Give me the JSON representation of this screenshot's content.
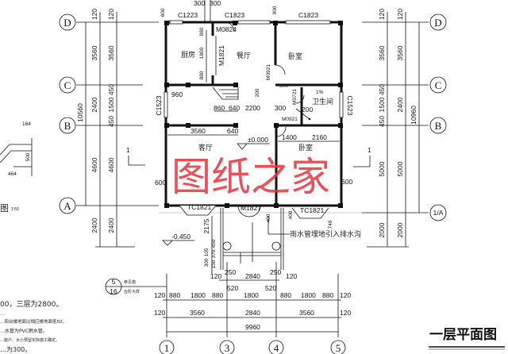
{
  "title": "一层平面图",
  "watermark": "图纸之家",
  "axes": {
    "D": "D",
    "C": "C",
    "B": "B",
    "A": "A",
    "A1": "1/A",
    "n1": "1",
    "n3": "3",
    "n4": "4",
    "n5": "5"
  },
  "rooms": {
    "kitchen": "厨房",
    "dining": "餐厅",
    "bedroom_north": "卧室",
    "bath": "卫生间",
    "living": "客厅",
    "bedroom_south": "卧室"
  },
  "openings": {
    "c1223": "C1223",
    "c1823_a": "C1823",
    "c1823_b": "C1823",
    "m0824": "M0824",
    "m1821": "M1821",
    "m0921_a": "M0921",
    "m0721": "M0721",
    "m0921_b": "M0921",
    "c1523_left": "C1523",
    "c1523_right": "C1523",
    "tc1821_left": "TC1821",
    "tc1821_right": "TC1821",
    "m1827": "M1827"
  },
  "levels": {
    "floor": "±0.000",
    "outdoor": "-0.450",
    "slope": "1%"
  },
  "section_mark": "1",
  "callout": {
    "top": "5",
    "bottom": "16",
    "line1": "参见施",
    "line2": "台阶大样"
  },
  "drain_note": "雨水管埋地引入排水沟",
  "dims": {
    "left_outer": {
      "total": "10560"
    },
    "left_mid": [
      "120",
      "3560",
      "2400",
      "4600",
      "2400"
    ],
    "left_inner": [
      "120",
      "3560",
      "450",
      "1500",
      "450",
      "4600",
      "2400"
    ],
    "right_inner": [
      "120",
      "3560",
      "450",
      "1500",
      "450",
      "5000",
      "2000"
    ],
    "right_mid": [
      "120",
      "3560",
      "2400",
      "5000",
      "2000"
    ],
    "right_outer": {
      "total": "10960"
    },
    "top": [
      "600",
      "300",
      "300",
      "900"
    ],
    "interior": {
      "k880a": "880",
      "k1800": "1800",
      "k880b": "880",
      "s960": "960",
      "s860": "860",
      "s640": "640",
      "d2200": "2200",
      "d300a": "300",
      "d300b": "300",
      "d200a": "200",
      "d200b": "200",
      "l3560": "3560",
      "l640": "640",
      "b1400": "1400",
      "b2160": "2160",
      "w600l": "600",
      "w600r": "600",
      "e400a": "400",
      "e400b": "400",
      "e740": "740",
      "e2175": "2175"
    },
    "porch": [
      "450",
      "370",
      "150",
      "105",
      "300"
    ],
    "bottom_row0": [
      "120",
      "250",
      "2840",
      "250",
      "120"
    ],
    "bottom_row1": [
      "120",
      "880",
      "1800",
      "880",
      "520",
      "1800",
      "520",
      "880",
      "1800",
      "880",
      "120"
    ],
    "bottom_row2": [
      "120",
      "3560",
      "2840",
      "3560",
      "120"
    ],
    "bottom_total": "9960"
  },
  "detail": {
    "d164": "164",
    "d500": "500",
    "d464": "464",
    "label": "图",
    "scale": "1:50"
  },
  "notes": [
    "00，三层为2800。",
    "…",
    "…阳台楼地面比相应楼地面低50。",
    "…水管为PVC雨水管。",
    "…窗户、大小预留实际施工确定。",
    "…为300。"
  ]
}
